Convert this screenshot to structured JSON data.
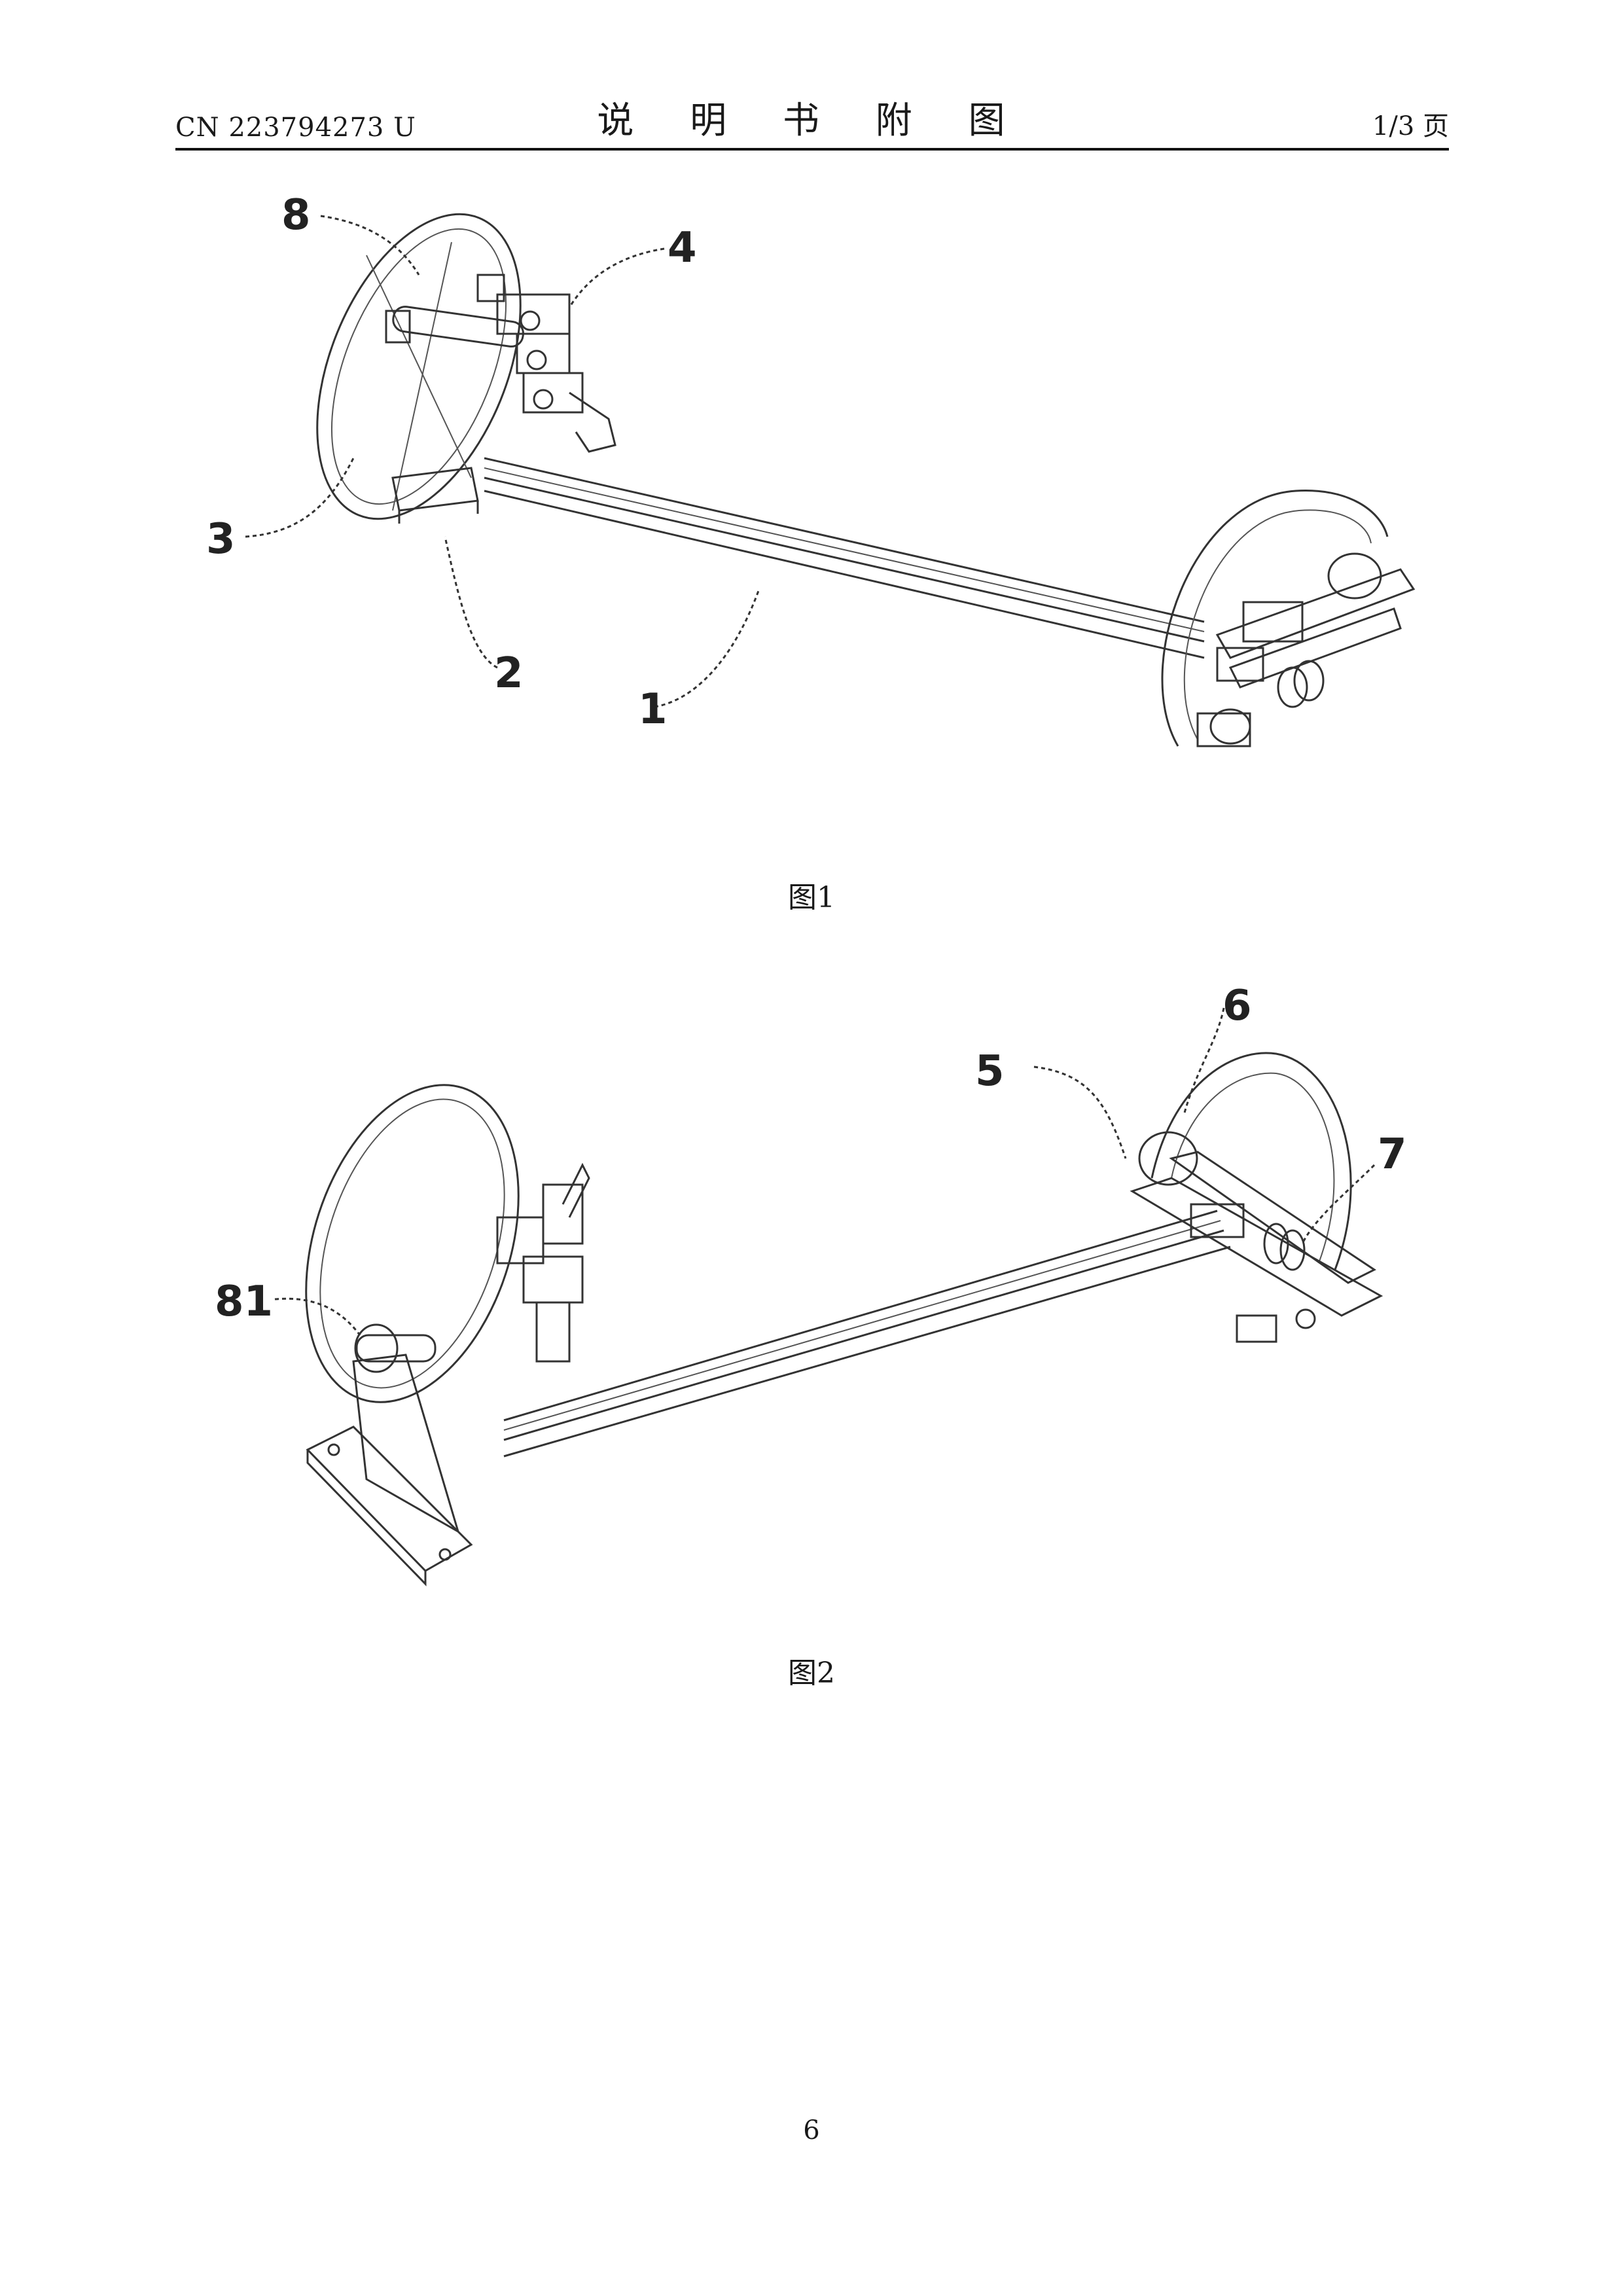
{
  "header": {
    "doc_number": "CN 223794273 U",
    "title": "说 明 书 附 图",
    "page_count": "1/3 页"
  },
  "figure1": {
    "caption": "图1",
    "labels": [
      "8",
      "4",
      "3",
      "2",
      "1"
    ]
  },
  "figure2": {
    "caption": "图2",
    "labels": [
      "6",
      "5",
      "7",
      "81"
    ]
  },
  "page_number": "6"
}
